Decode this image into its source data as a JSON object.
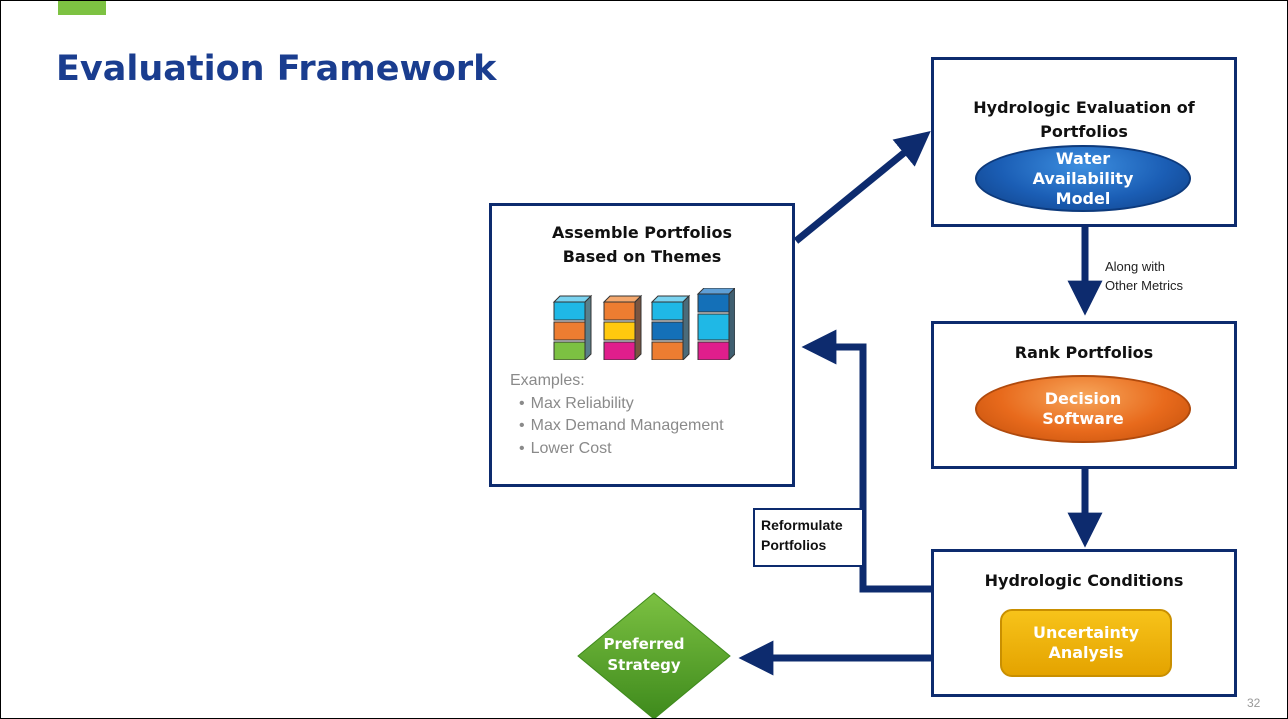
{
  "title": "Evaluation Framework",
  "boxes": {
    "hydrologic_eval": {
      "title_line1": "Hydrologic Evaluation of",
      "title_line2": "Portfolios",
      "ellipse_line1": "Water",
      "ellipse_line2": "Availability",
      "ellipse_line3": "Model"
    },
    "assemble": {
      "title_line1": "Assemble Portfolios",
      "title_line2": "Based on Themes",
      "examples_label": "Examples:",
      "examples": [
        "Max Reliability",
        "Max Demand Management",
        "Lower Cost"
      ]
    },
    "rank": {
      "title": "Rank Portfolios",
      "ellipse_line1": "Decision",
      "ellipse_line2": "Software"
    },
    "hydrologic_conditions": {
      "title": "Hydrologic Conditions",
      "pill_line1": "Uncertainty",
      "pill_line2": "Analysis"
    }
  },
  "labels": {
    "along_with_line1": "Along with",
    "along_with_line2": "Other Metrics",
    "reformulate_line1": "Reformulate",
    "reformulate_line2": "Portfolios"
  },
  "diamond": {
    "line1": "Preferred",
    "line2": "Strategy"
  },
  "page_number": "32",
  "colors": {
    "title": "#1a3d8f",
    "accent": "#7dc242",
    "arrow": "#0d2b6e",
    "box_border": "#0d2b6e",
    "diamond": "#5aa02c"
  }
}
